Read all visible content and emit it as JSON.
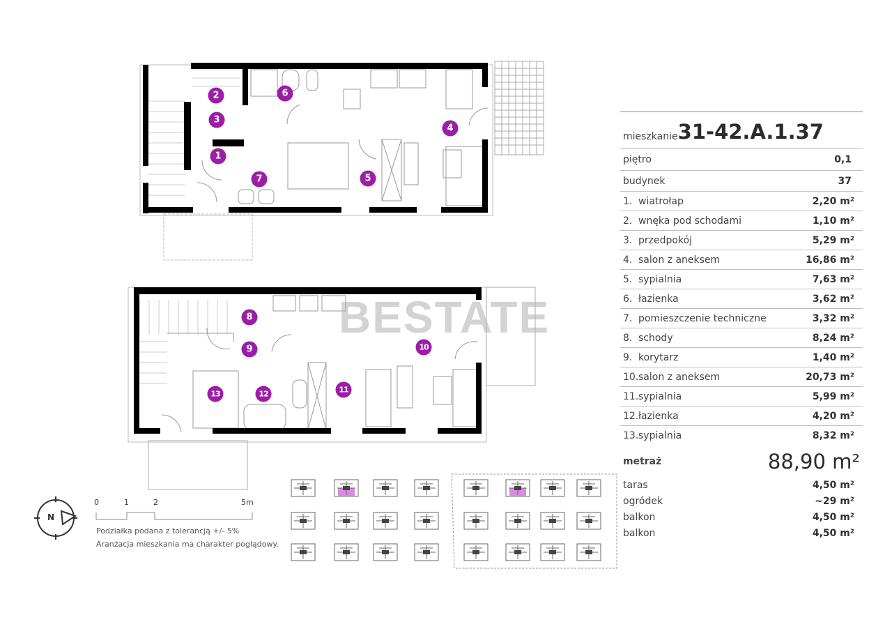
{
  "watermark": "BESTATE",
  "colors": {
    "accent": "#9a1fa6",
    "highlight": "#d98be0",
    "wall": "#000000"
  },
  "plan_upper": {
    "badges": [
      "1",
      "2",
      "3",
      "4",
      "5",
      "6",
      "7"
    ]
  },
  "plan_lower": {
    "badges": [
      "8",
      "9",
      "10",
      "11",
      "12",
      "13"
    ]
  },
  "scale": {
    "ticks": [
      "0",
      "1",
      "2",
      "5m"
    ],
    "note1": "Podziałka podana z tolerancją +/- 5%",
    "note2": "Aranżacja mieszkania ma charakter poglądowy.",
    "compass_label": "N",
    "compass_icon": "compass-icon"
  },
  "info": {
    "apartment_label": "mieszkanie",
    "apartment_id": "31-42.A.1.37",
    "floor_label": "piętro",
    "floor_value": "0,1",
    "building_label": "budynek",
    "building_value": "37",
    "rooms": [
      {
        "no": "1.",
        "name": "wiatrołap",
        "area": "2,20 m²"
      },
      {
        "no": "2.",
        "name": "wnęka pod schodami",
        "area": "1,10 m²"
      },
      {
        "no": "3.",
        "name": "przedpokój",
        "area": "5,29 m²"
      },
      {
        "no": "4.",
        "name": "salon z aneksem",
        "area": "16,86 m²"
      },
      {
        "no": "5.",
        "name": "sypialnia",
        "area": "7,63 m²"
      },
      {
        "no": "6.",
        "name": "łazienka",
        "area": "3,62 m²"
      },
      {
        "no": "7.",
        "name": "pomieszczenie techniczne",
        "area": "3,32 m²"
      },
      {
        "no": "8.",
        "name": "schody",
        "area": "8,24 m²"
      },
      {
        "no": "9.",
        "name": "korytarz",
        "area": "1,40 m²"
      },
      {
        "no": "10.",
        "name": "salon z aneksem",
        "area": "20,73 m²"
      },
      {
        "no": "11.",
        "name": "sypialnia",
        "area": "5,99 m²"
      },
      {
        "no": "12.",
        "name": "łazienka",
        "area": "4,20 m²"
      },
      {
        "no": "13.",
        "name": "sypialnia",
        "area": "8,32 m²"
      }
    ],
    "total_label": "metraż",
    "total_value": "88,90 m²",
    "extras": [
      {
        "name": "taras",
        "area": "4,50 m²"
      },
      {
        "name": "ogródek",
        "area": "~29 m²"
      },
      {
        "name": "balkon",
        "area": "4,50 m²"
      },
      {
        "name": "balkon",
        "area": "4,50 m²"
      }
    ]
  }
}
